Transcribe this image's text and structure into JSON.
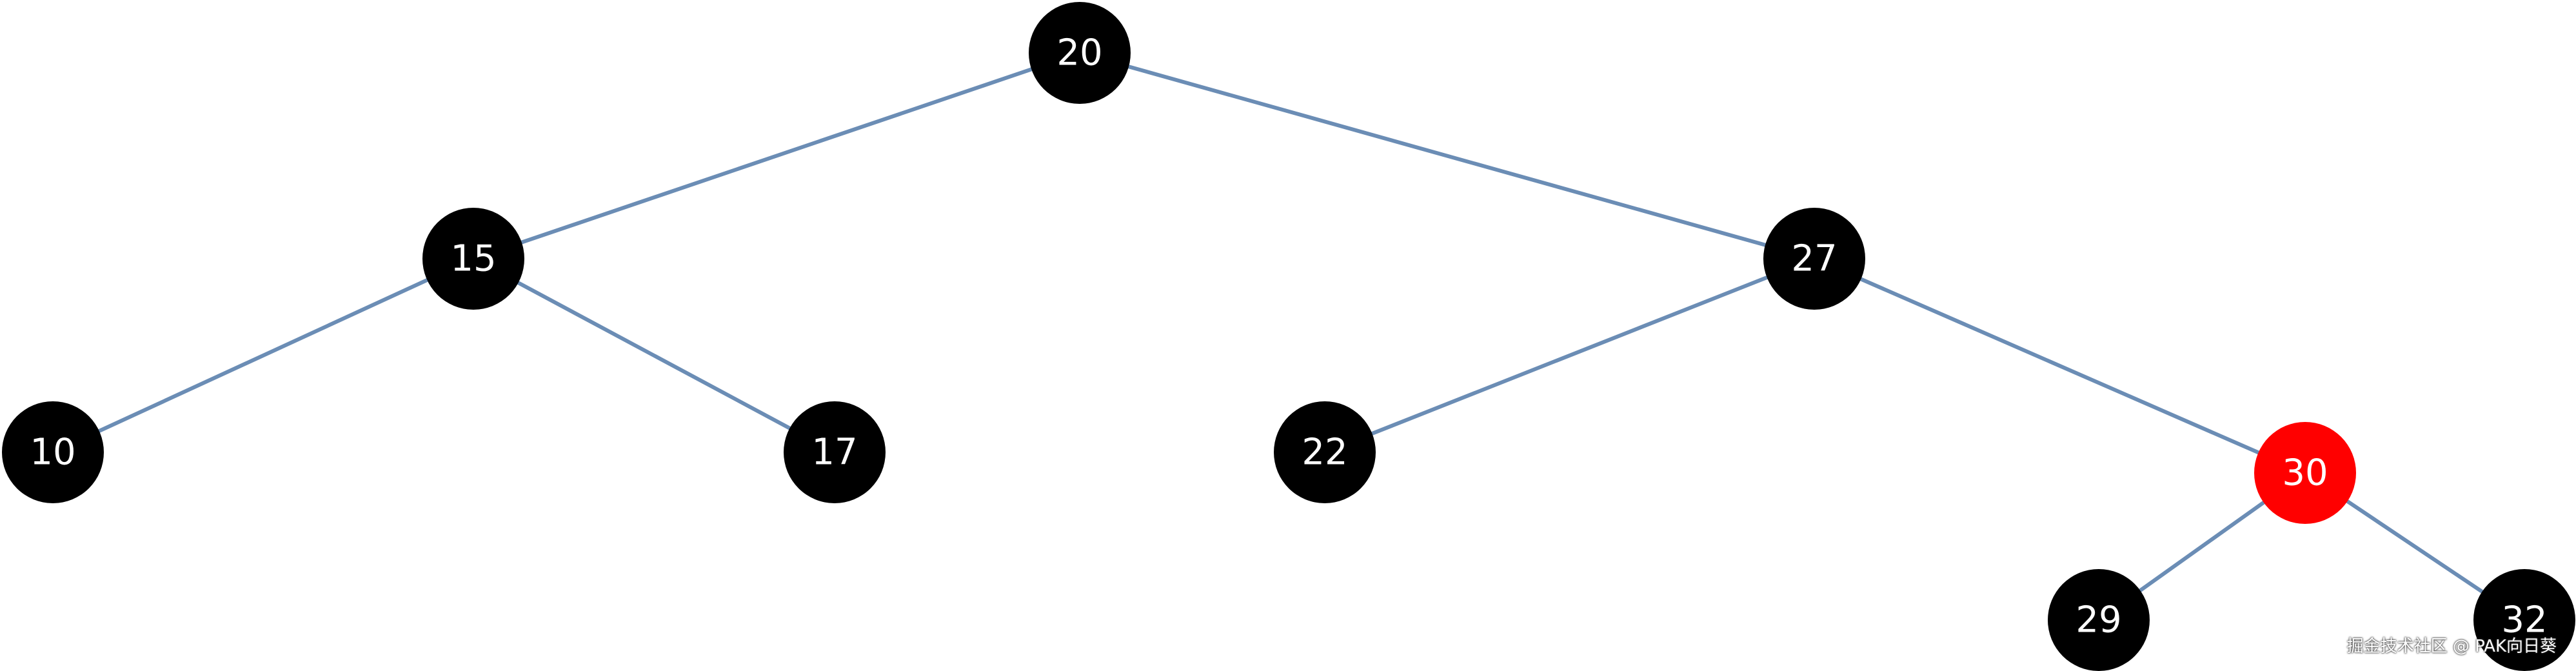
{
  "tree": {
    "nodes": [
      {
        "id": "n20",
        "label": "20",
        "color": "#000000"
      },
      {
        "id": "n15",
        "label": "15",
        "color": "#000000"
      },
      {
        "id": "n27",
        "label": "27",
        "color": "#000000"
      },
      {
        "id": "n10",
        "label": "10",
        "color": "#000000"
      },
      {
        "id": "n17",
        "label": "17",
        "color": "#000000"
      },
      {
        "id": "n22",
        "label": "22",
        "color": "#000000"
      },
      {
        "id": "n30",
        "label": "30",
        "color": "#ff0000"
      },
      {
        "id": "n29",
        "label": "29",
        "color": "#000000"
      },
      {
        "id": "n32",
        "label": "32",
        "color": "#000000"
      }
    ],
    "edges": [
      {
        "from": "n20",
        "to": "n15"
      },
      {
        "from": "n20",
        "to": "n27"
      },
      {
        "from": "n15",
        "to": "n10"
      },
      {
        "from": "n15",
        "to": "n17"
      },
      {
        "from": "n27",
        "to": "n22"
      },
      {
        "from": "n27",
        "to": "n30"
      },
      {
        "from": "n30",
        "to": "n29"
      },
      {
        "from": "n30",
        "to": "n32"
      }
    ]
  },
  "colors": {
    "edge": "#6b8db5",
    "black_node": "#000000",
    "red_node": "#ff0000",
    "label": "#ffffff"
  },
  "watermark": "掘金技术社区 @ PAK向日葵"
}
